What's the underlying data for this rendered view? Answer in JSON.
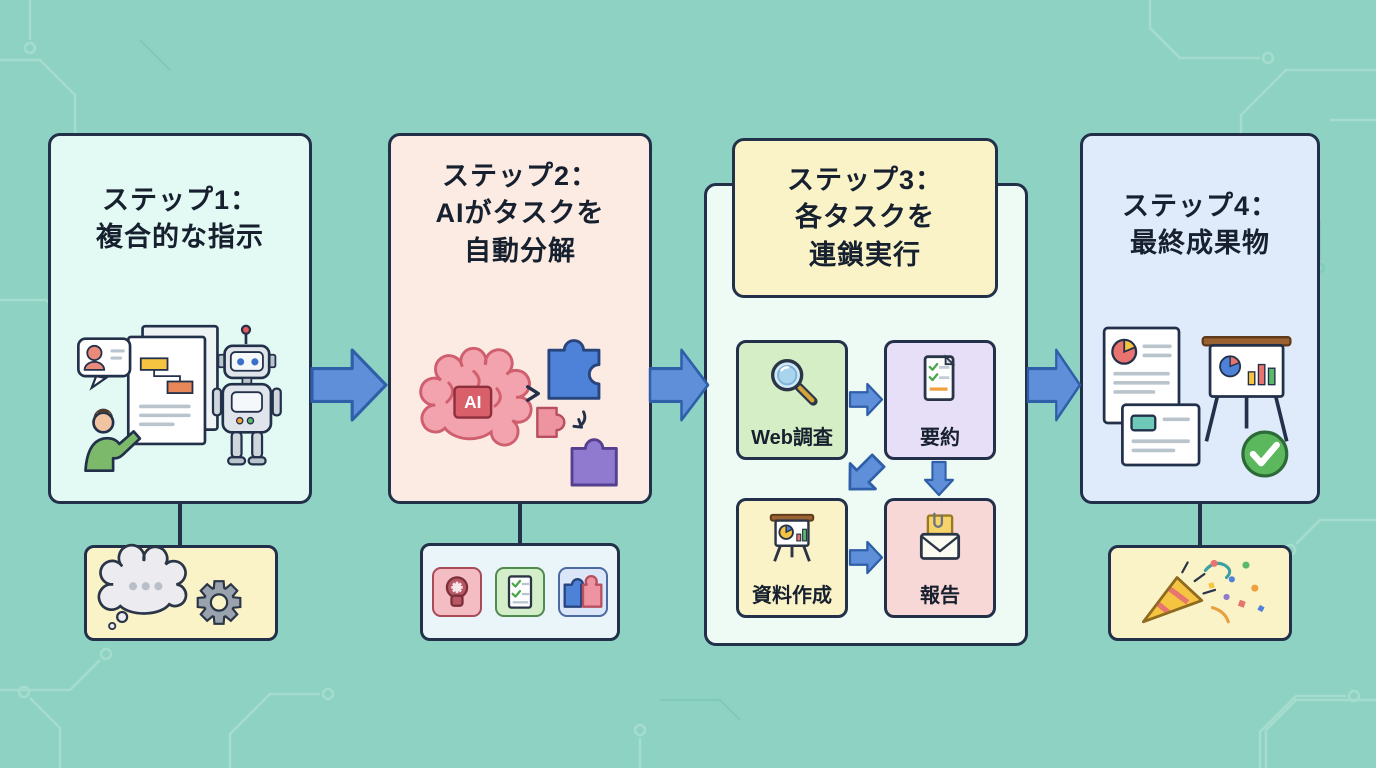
{
  "diagram": {
    "type": "flowchart",
    "language": "ja",
    "topic": "AI task decomposition workflow"
  },
  "palette": {
    "background": "#8ED2C3",
    "border_dark": "#22304A",
    "title_text": "#16202E",
    "arrow_fill": "#5F8FD8",
    "arrow_stroke": "#2F5FA8",
    "step1_bg": "#E3F9F3",
    "step2_bg": "#FCEBE3",
    "step3_header_bg": "#FBF3C8",
    "step3_body_bg": "#EEFBF5",
    "step4_bg": "#DFEAFB",
    "note_yellow_bg": "#FBF3C8",
    "note_blue_bg": "#E9F5F9",
    "task_web_bg": "#D6EEC5",
    "task_summary_bg": "#E7DEF7",
    "task_slides_bg": "#FBF3C8",
    "task_report_bg": "#F8D7D7"
  },
  "steps": [
    {
      "title_lines": [
        "ステップ1：",
        "複合的な指示"
      ]
    },
    {
      "title_lines": [
        "ステップ2：",
        "AIがタスクを",
        "自動分解"
      ],
      "ai_chip_label": "AI"
    },
    {
      "title_lines": [
        "ステップ3：",
        "各タスクを",
        "連鎖実行"
      ]
    },
    {
      "title_lines": [
        "ステップ4：",
        "最終成果物"
      ]
    }
  ],
  "step3_tasks": [
    {
      "label": "Web調査"
    },
    {
      "label": "要約"
    },
    {
      "label": "資料作成"
    },
    {
      "label": "報告"
    }
  ]
}
